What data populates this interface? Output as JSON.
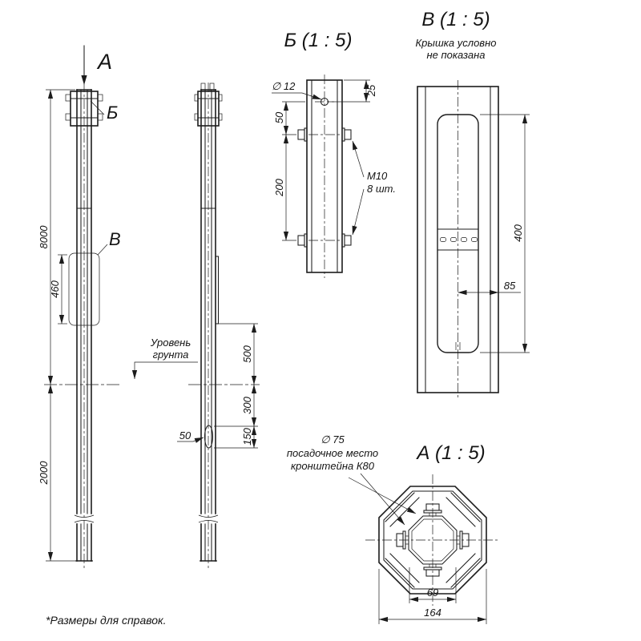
{
  "footnote": "*Размеры для справок.",
  "front_view": {
    "view_label": "А",
    "detail_b_ref": "Б",
    "detail_v_ref": "В",
    "dim_above_ground": "8000",
    "dim_window": "460",
    "dim_underground": "2000"
  },
  "side_view": {
    "ground_note_line1": "Уровень",
    "ground_note_line2": "грунта",
    "dim_500": "500",
    "dim_300": "300",
    "dim_150": "150",
    "dim_slot_width": "50"
  },
  "detail_b": {
    "title": "Б (1 : 5)",
    "dim_hole": "∅ 12",
    "dim_top_offset": "25",
    "dim_hole_spacing": "50",
    "dim_bolt_spacing": "200",
    "bolt_label": "М10",
    "bolt_qty": "8 шт."
  },
  "detail_v": {
    "title": "В (1 : 5)",
    "note_line1": "Крышка условно",
    "note_line2": "не показана",
    "dim_opening": "400",
    "dim_offset": "85"
  },
  "detail_a": {
    "title": "А (1 : 5)",
    "seat_note_line1": "∅ 75",
    "seat_note_line2": "посадочное место",
    "seat_note_line3": "кронштейна К80",
    "dim_inner": "69",
    "dim_outer": "164"
  }
}
